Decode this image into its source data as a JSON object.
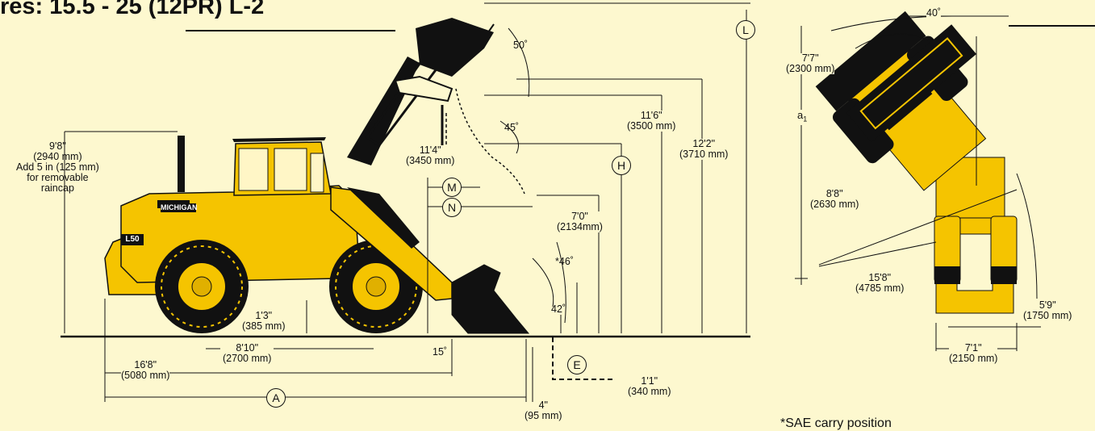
{
  "title": "res:  15.5 - 25 (12PR) L-2",
  "footnote": "*SAE carry position",
  "side_view": {
    "machine_badge": "MICHIGAN",
    "model_badge": "L50",
    "height_label": {
      "imperial": "9'8\"",
      "metric": "(2940 mm)",
      "note1": "Add 5 in (125 mm)",
      "note2": "for removable",
      "note3": "raincap"
    },
    "ground_clearance": {
      "imperial": "1'3\"",
      "metric": "(385 mm)"
    },
    "wheelbase": {
      "imperial": "8'10\"",
      "metric": "(2700 mm)"
    },
    "axle_to_front": {
      "imperial": "16'8\"",
      "metric": "(5080 mm)"
    },
    "hinge_height": {
      "imperial": "12'2\"",
      "metric": "(3710 mm)"
    },
    "bucket_pin_height": {
      "imperial": "11'6\"",
      "metric": "(3500 mm)"
    },
    "dump_clearance": {
      "imperial": "11'4\"",
      "metric": "(3450 mm)"
    },
    "dump_reach_height": {
      "imperial": "7'0\"",
      "metric": "(2134mm)"
    },
    "dig_depth": {
      "imperial": "4\"",
      "metric": "(95 mm)"
    },
    "reach_below": {
      "imperial": "1'1\"",
      "metric": "(340 mm)"
    },
    "angles": [
      "50˚",
      "45˚",
      "*46˚",
      "42˚",
      "15˚"
    ],
    "markers": [
      "L",
      "H",
      "M",
      "N",
      "E",
      "A"
    ]
  },
  "top_view": {
    "articulation_angle": "40˚",
    "a1_label": "a",
    "a1_sub": "1",
    "overhang": {
      "imperial": "7'7\"",
      "metric": "(2300 mm)"
    },
    "inner_radius": {
      "imperial": "8'8\"",
      "metric": "(2630 mm)"
    },
    "outer_radius": {
      "imperial": "15'8\"",
      "metric": "(4785 mm)"
    },
    "overall_width": {
      "imperial": "5'9\"",
      "metric": "(1750 mm)"
    },
    "tread_width": {
      "imperial": "7'1\"",
      "metric": "(2150 mm)"
    }
  }
}
